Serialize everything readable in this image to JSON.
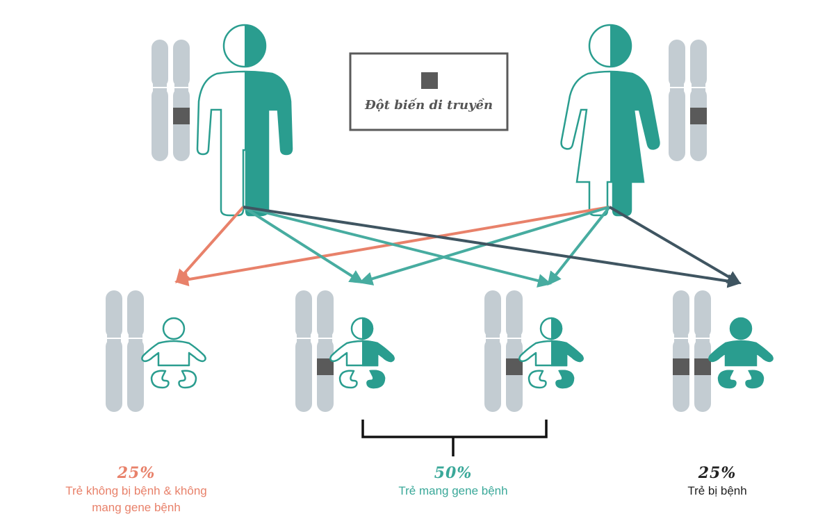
{
  "legend": {
    "label": "Đột biến di truyền"
  },
  "outcomes": [
    {
      "percent": "25%",
      "lines": [
        "Trẻ không bị bệnh & không",
        "mang gene bệnh"
      ],
      "color": "#e8816a"
    },
    {
      "percent": "50%",
      "lines": [
        "Trẻ mang gene bệnh"
      ],
      "color": "#3aa899"
    },
    {
      "percent": "25%",
      "lines": [
        "Trẻ bị bệnh"
      ],
      "color": "#222222"
    }
  ],
  "colors": {
    "teal": "#2a9d8f",
    "chromosome": "#c3ccd2",
    "mutation": "#5a5a5a",
    "arrow_unaffected": "#e8816a",
    "arrow_carrier": "#47aca0",
    "arrow_affected": "#3f5561"
  },
  "icons": {
    "father": "father-carrier-icon",
    "mother": "mother-carrier-icon",
    "child_unaffected": "baby-unaffected-icon",
    "child_carrier": "baby-carrier-icon",
    "child_affected": "baby-affected-icon"
  }
}
